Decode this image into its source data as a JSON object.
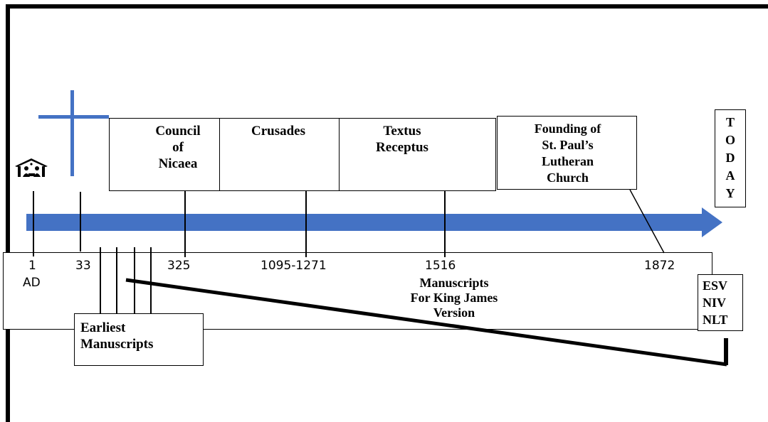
{
  "events": {
    "council": "Council\nof\nNicaea",
    "crusades": "Crusades",
    "textus": "Textus\nReceptus",
    "founding": "Founding of\nSt. Paul’s\nLutheran\nChurch",
    "today": "T\nO\nD\nA\nY"
  },
  "years": {
    "y1": "1",
    "ad": "AD",
    "y33": "33",
    "y325": "325",
    "y1095": "1095-1271",
    "y1516": "1516",
    "y1872": "1872"
  },
  "manuscripts": {
    "kjv": "Manuscripts\nFor King James\nVersion",
    "earliest": "Earliest\nManuscripts",
    "modern": "ESV\nNIV\nNLT"
  },
  "colors": {
    "arrow": "#4472C4",
    "cross": "#4472C4",
    "frame": "#000000"
  },
  "icons": {
    "nativity": "nativity-icon",
    "cross": "cross-icon",
    "arrow": "timeline-arrow"
  }
}
